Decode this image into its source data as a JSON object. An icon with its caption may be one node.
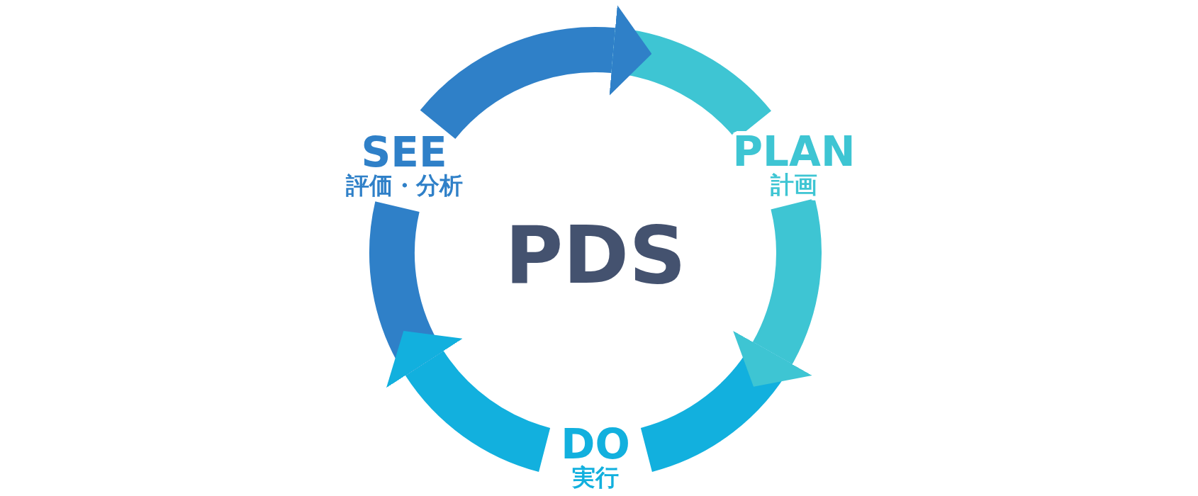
{
  "diagram": {
    "nodes": [
      {
        "text": [
          "SEE",
          "評価・分析"
        ]
      },
      {
        "text": [
          "PLAN",
          "計画"
        ]
      },
      {
        "text": [
          "PDS"
        ]
      },
      {
        "text": [
          "DO",
          "実行"
        ]
      }
    ],
    "edges": [
      {
        "from": 0,
        "to": 1,
        "arrow": "to",
        "color": "#2f80c8"
      },
      {
        "from": 1,
        "to": 3,
        "arrow": "to",
        "color": "#3ec5d3"
      },
      {
        "from": 3,
        "to": 0,
        "arrow": "to",
        "color": "#12b0de"
      }
    ]
  }
}
